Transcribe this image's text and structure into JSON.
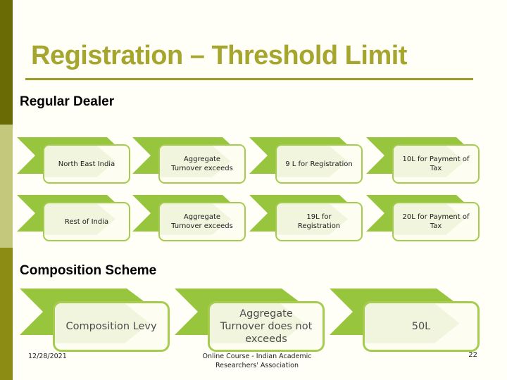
{
  "slide": {
    "title": "Registration – Threshold Limit",
    "sections": {
      "regular_dealer": {
        "heading": "Regular Dealer",
        "rows": [
          {
            "steps": [
              "North East India",
              "Aggregate\nTurnover exceeds",
              "9 L for Registration",
              "10L for Payment of\nTax"
            ]
          },
          {
            "steps": [
              "Rest of India",
              "Aggregate\nTurnover exceeds",
              "19L for\nRegistration",
              "20L for Payment of\nTax"
            ]
          }
        ]
      },
      "composition": {
        "heading": "Composition Scheme",
        "steps": [
          "Composition Levy",
          "Aggregate\nTurnover does not\nexceeds",
          "50L"
        ]
      }
    },
    "footer": {
      "date": "12/28/2021",
      "organization": "Online Course - Indian Academic\nResearchers' Association",
      "page_number": "22"
    },
    "colors": {
      "accent_green": "#97C63E",
      "box_border": "#A6CC4F",
      "title_olive": "#A6A52E",
      "underline_olive": "#9C9B25",
      "sidebar_dark": "#6B6B05",
      "sidebar_light": "#C3C87D",
      "sidebar_medium": "#8C8C15",
      "box_fill": "#FDFDF2",
      "watermark": "#F1F5DE"
    }
  }
}
